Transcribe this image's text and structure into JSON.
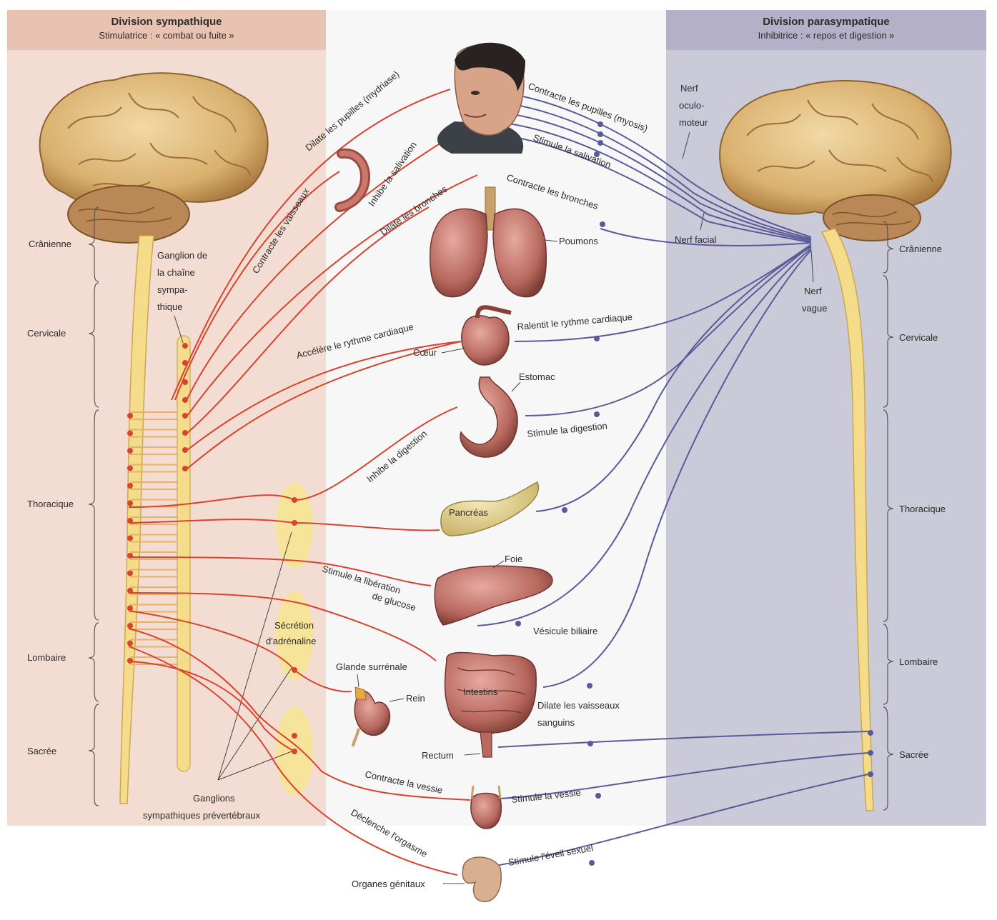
{
  "sympathetic": {
    "title": "Division sympathique",
    "subtitle": "Stimulatrice : « combat ou fuite »",
    "regions": [
      "Crânienne",
      "Cervicale",
      "Thoracique",
      "Lombaire",
      "Sacrée"
    ],
    "chain_ganglion_label": [
      "Ganglion de",
      "la chaîne",
      "sympa-",
      "thique"
    ],
    "prevertebral_label": [
      "Ganglions",
      "sympathiques prévertébraux"
    ],
    "adrenal_secretion_label": [
      "Sécrétion",
      "d'adrénaline"
    ],
    "effects": {
      "pupils": "Dilate les pupilles (mydriase)",
      "vessels": "Contracte les vaisseaux",
      "salivation": "Inhibe la salivation",
      "bronchi": "Dilate les bronches",
      "heart": "Accélère le rythme cardiaque",
      "digestion": "Inhibe la digestion",
      "glucose": [
        "Stimule la libération",
        "de glucose"
      ],
      "bladder": "Contracte la vessie",
      "orgasm": "Déclenche l'orgasme"
    },
    "colors": {
      "fiber": "#d9432f",
      "panel": "#f3ddd3",
      "header": "#e9c3b2"
    }
  },
  "parasympathetic": {
    "title": "Division parasympatique",
    "subtitle": "Inhibitrice : « repos et digestion »",
    "regions": [
      "Crânienne",
      "Cervicale",
      "Thoracique",
      "Lombaire",
      "Sacrée"
    ],
    "nerves": {
      "oculomotor": [
        "Nerf",
        "oculo-",
        "moteur"
      ],
      "facial": "Nerf facial",
      "vagus": [
        "Nerf",
        "vague"
      ]
    },
    "effects": {
      "pupils": "Contracte les pupilles (myosis)",
      "salivation": "Stimule la salivation",
      "bronchi": "Contracte les bronches",
      "heart": "Ralentit le rythme cardiaque",
      "digestion": "Stimule la digestion",
      "vessels": [
        "Dilate les vaisseaux",
        "sanguins"
      ],
      "bladder": "Stimule la vessie",
      "arousal": "Stimule l'éveil sexuel"
    },
    "colors": {
      "fiber": "#5a5a9a",
      "panel": "#cbcad8",
      "header": "#b3b0c8"
    }
  },
  "organs": {
    "lungs": "Poumons",
    "heart": "Cœur",
    "stomach": "Estomac",
    "pancreas": "Pancréas",
    "liver": "Foie",
    "gallbladder": "Vésicule biliaire",
    "adrenal": "Glande surrénale",
    "kidney": "Rein",
    "intestines": "Intestins",
    "rectum": "Rectum",
    "genitals": "Organes génitaux"
  }
}
